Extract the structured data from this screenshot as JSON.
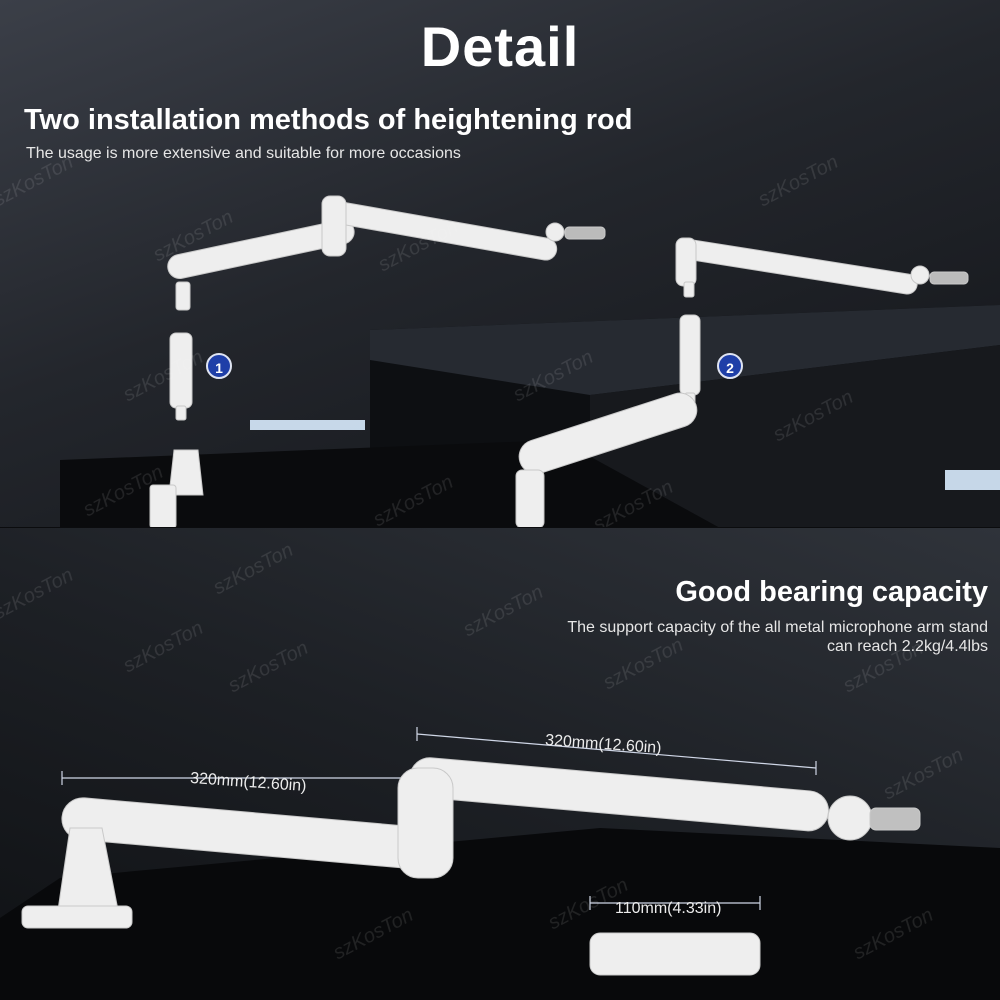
{
  "title": "Detail",
  "section_one": {
    "heading": "Two installation methods of heightening rod",
    "subtitle": "The usage is more extensive and suitable for more occasions",
    "steps": [
      "1",
      "2"
    ]
  },
  "section_two": {
    "heading": "Good bearing capacity",
    "subtitle": "The support capacity of the all metal microphone arm stand can reach 2.2kg/4.4lbs",
    "dimensions": {
      "lower_arm": "320mm(12.60in)",
      "upper_arm": "320mm(12.60in)",
      "rod": "110mm(4.33in)"
    }
  },
  "watermark": "szKosTon",
  "colors": {
    "badge": "#1f3fa8",
    "arm": "#eeeeee",
    "led": "#d9ecff"
  }
}
